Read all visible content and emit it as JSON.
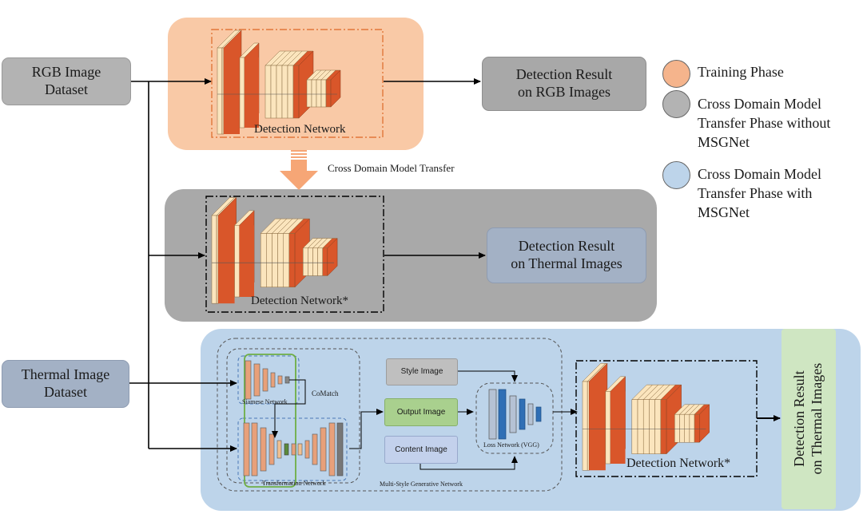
{
  "inputs": {
    "rgb_dataset": [
      "RGB Image",
      "Dataset"
    ],
    "thermal_dataset": [
      "Thermal Image",
      "Dataset"
    ]
  },
  "networks": {
    "detection_network": "Detection Network",
    "detection_network_star_mid": "Detection Network*",
    "detection_network_star_bottom": "Detection Network*"
  },
  "results": {
    "rgb": [
      "Detection Result",
      "on RGB Images"
    ],
    "thermal_mid": [
      "Detection Result",
      "on Thermal Images"
    ],
    "thermal_bottom": [
      "Detection Result",
      "on Thermal Images"
    ]
  },
  "transfer_label": "Cross Domain Model Transfer",
  "msgnet": {
    "style_image": "Style Image",
    "output_image": "Output Image",
    "content_image": "Content Image",
    "siamese_network": "Siamese Network",
    "transformation_network": "Transformation Network",
    "comatch": "CoMatch",
    "loss_network": "Loss Network (VGG)",
    "caption": "Multi-Style Generative Network"
  },
  "legend": [
    {
      "lines": [
        "Training Phase"
      ],
      "color": "#f5b48c"
    },
    {
      "lines": [
        "Cross Domain Model",
        "Transfer Phase without",
        "MSGNet"
      ],
      "color": "#b3b3b3"
    },
    {
      "lines": [
        "Cross Domain Model",
        "Transfer Phase with",
        "MSGNet"
      ],
      "color": "#bdd4ea"
    }
  ],
  "colors": {
    "training_bg": "#f9c9a6",
    "training_border": "#e2773a",
    "transfer_bg": "#b3b3b3",
    "msgnet_bg": "#bdd4ea",
    "result_green": "#cfe6c2",
    "output_green": "#a9d08e",
    "content_blue": "#c3d1ec",
    "red_layer": "#d9562a",
    "cream_layer": "#fbe5bd"
  }
}
